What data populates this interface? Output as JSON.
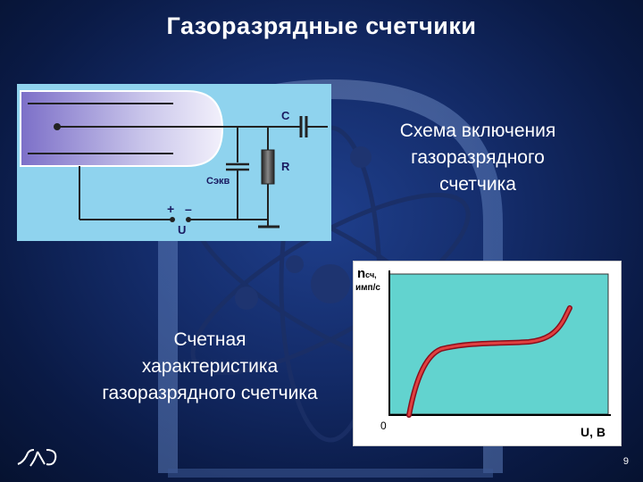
{
  "title": "Газоразрядные счетчики",
  "circuit": {
    "label_c": "C",
    "label_r": "R",
    "label_ceq": "Сэкв",
    "label_plus": "+",
    "label_minus": "–",
    "label_u": "U"
  },
  "caption_circuit": [
    "Схема включения",
    "газоразрядного",
    "счетчика"
  ],
  "caption_characteristic": [
    "Счетная",
    "характеристика",
    "газоразрядного счетчика"
  ],
  "graph": {
    "y_label_main": "n",
    "y_label_sub": "сч,",
    "y_label_unit": "имп/с",
    "x_label": "U, B",
    "origin_label": "0"
  },
  "colors": {
    "panel": "#8fd3ee",
    "curve": "#c8102e",
    "curve_glow": "#e87070",
    "accent": "#ffffff"
  },
  "page_number": "9"
}
